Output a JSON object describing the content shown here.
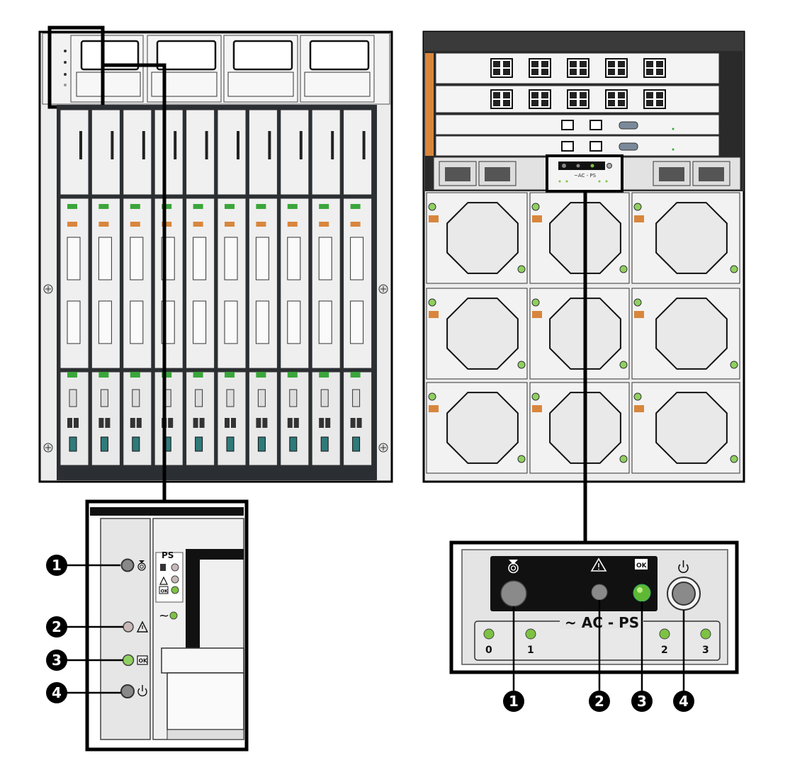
{
  "front": {
    "ps_label": "PS",
    "ok_label": "OK",
    "tilde": "~",
    "callouts": [
      "1",
      "2",
      "3",
      "4"
    ]
  },
  "rear": {
    "panel_label": "~ AC - PS",
    "ok_label": "OK",
    "mini_panel_label": "~AC - PS",
    "psu_numbers": [
      "0",
      "1",
      "2",
      "3"
    ],
    "callouts": [
      "1",
      "2",
      "3",
      "4"
    ]
  },
  "colors": {
    "led_green": "#7dc242",
    "led_amber": "#c8b8b8",
    "accent_orange": "#d9863d",
    "latch_green": "#3aa63a",
    "chassis": "#e8e8e8",
    "outline": "#000000"
  },
  "icons": [
    "locator-icon",
    "service-warning-icon",
    "ok-icon",
    "power-icon",
    "ethernet-port-icon",
    "fan-icon",
    "screw-icon"
  ]
}
